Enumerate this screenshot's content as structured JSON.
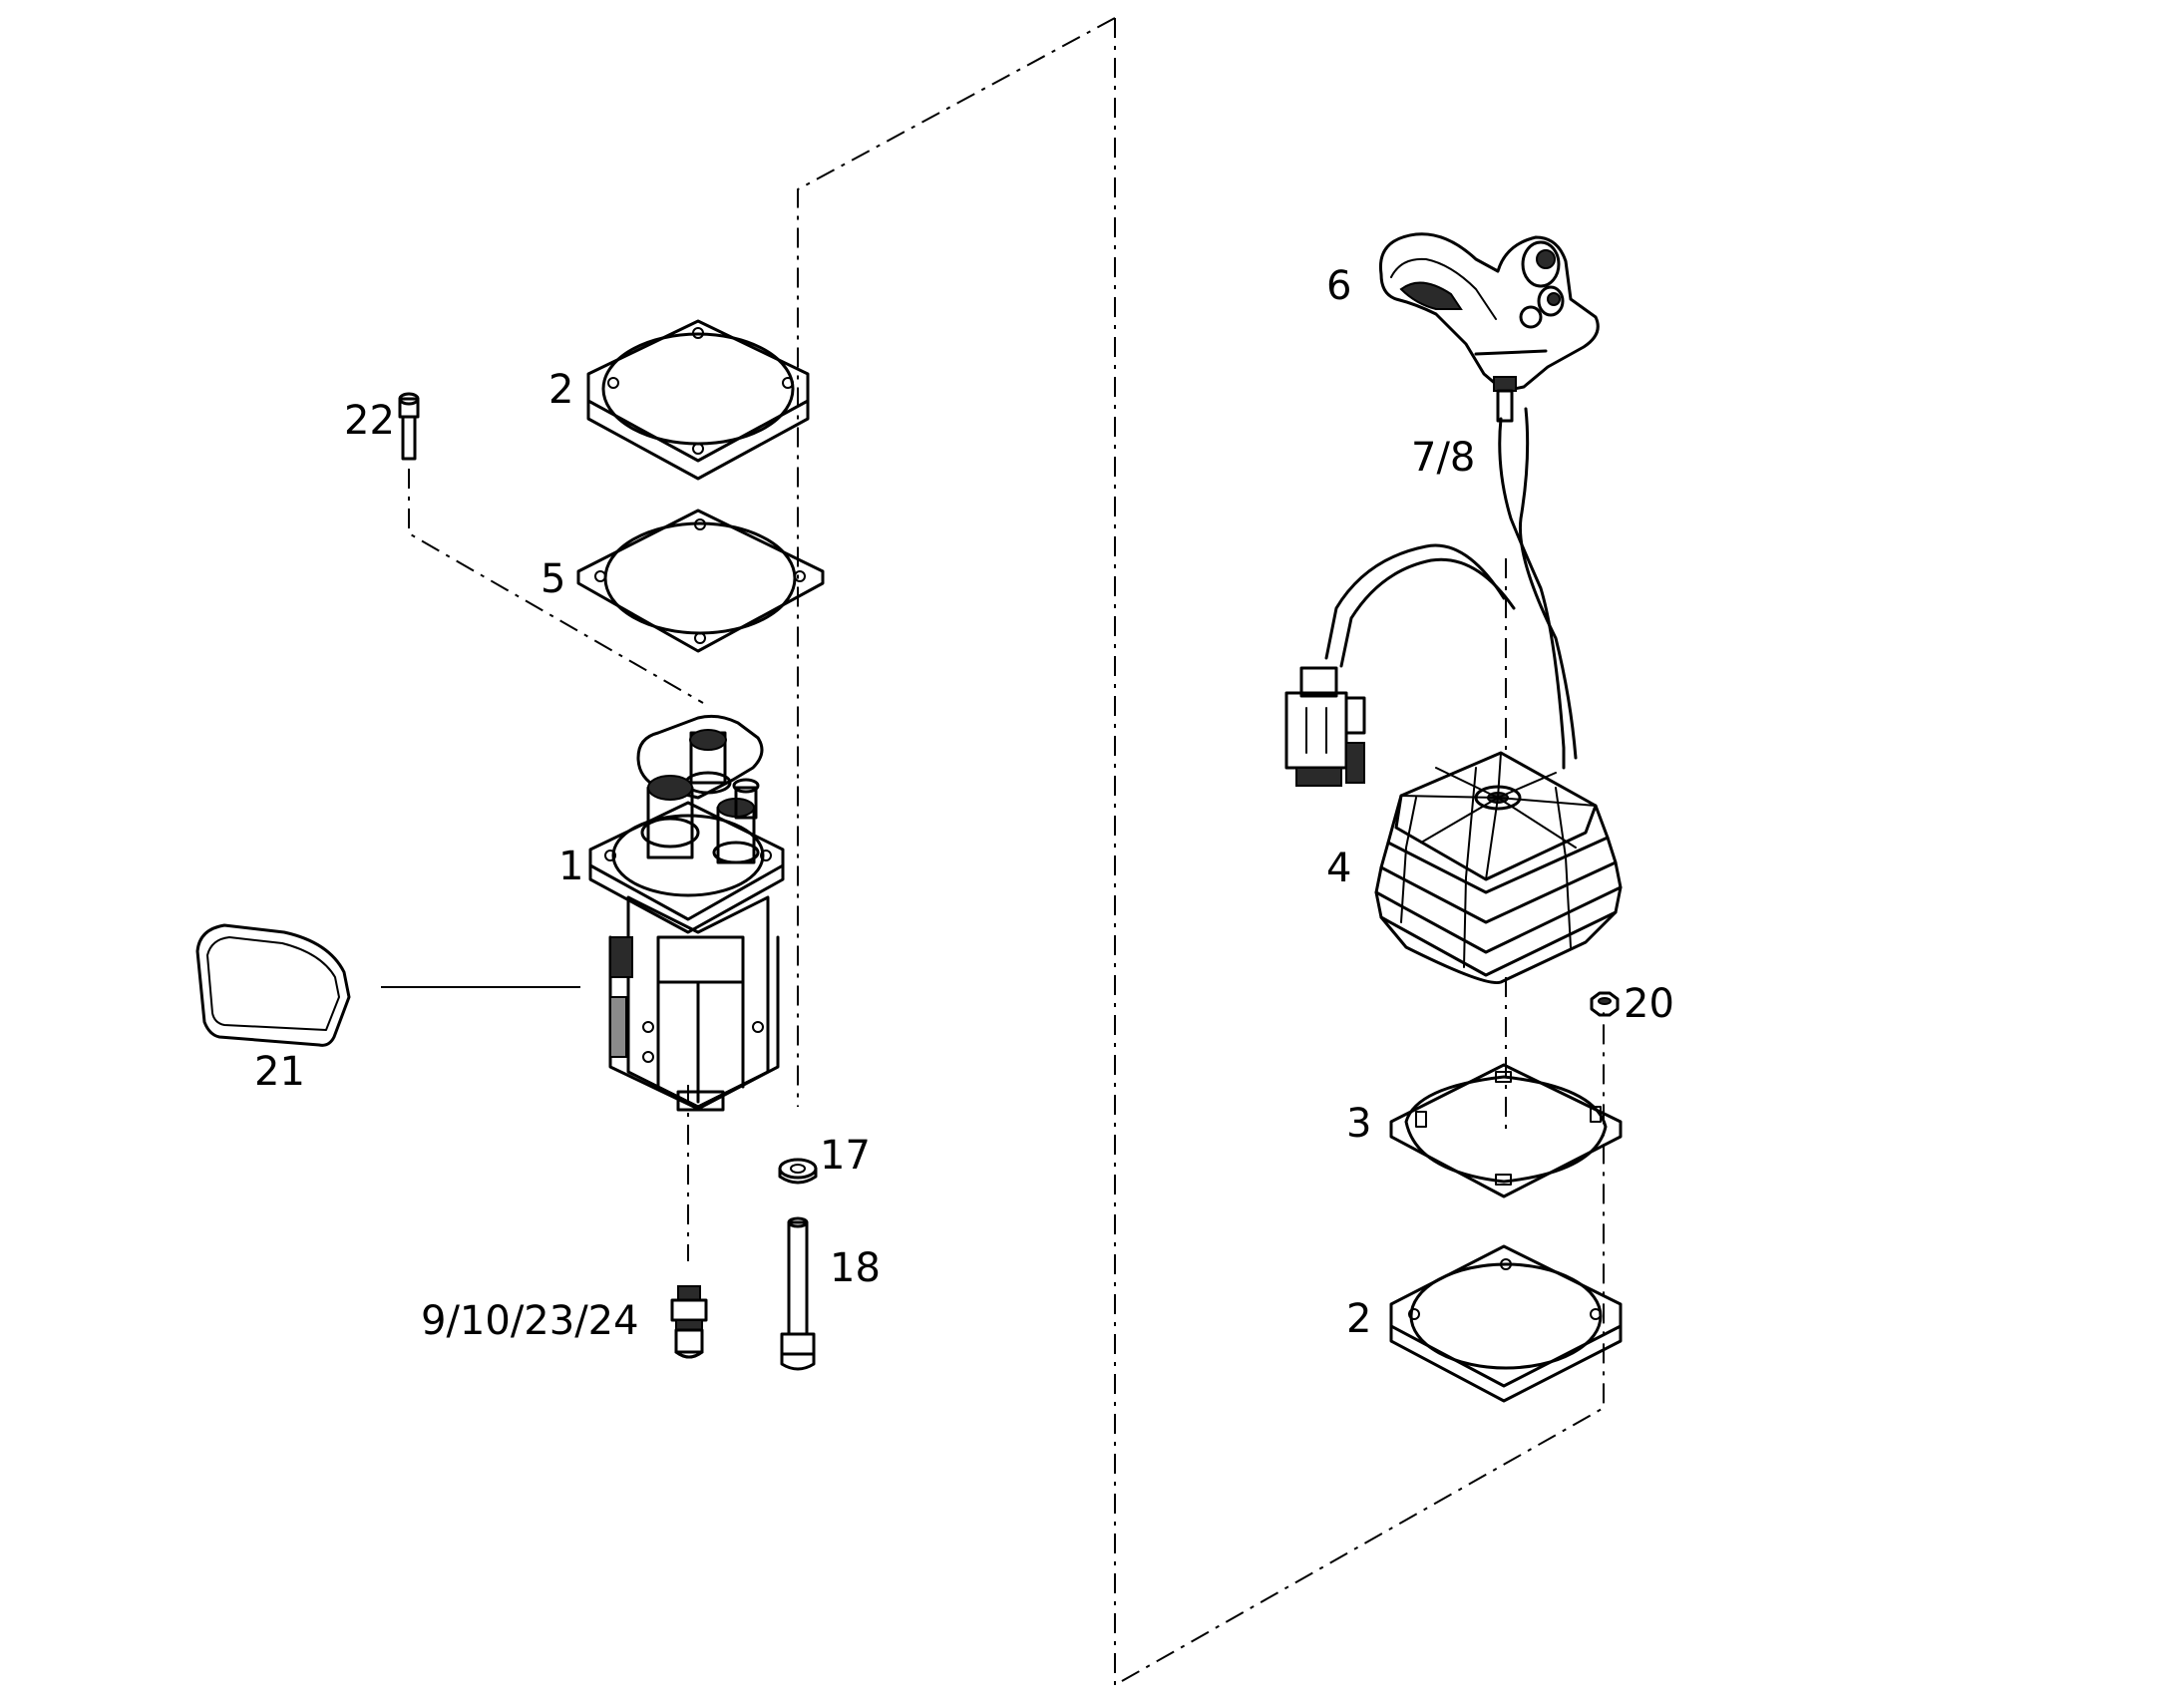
{
  "labels": {
    "joystick_unit": "1",
    "flange_top": "2",
    "gasket_plate": "5",
    "screw": "22",
    "cover_plate": "21",
    "washer": "17",
    "bolt": "18",
    "fitting": "9/10/23/24",
    "handle": "6",
    "wiring": "7/8",
    "boot": "4",
    "nut": "20",
    "plate_lower": "3",
    "flange_bottom": "2"
  }
}
